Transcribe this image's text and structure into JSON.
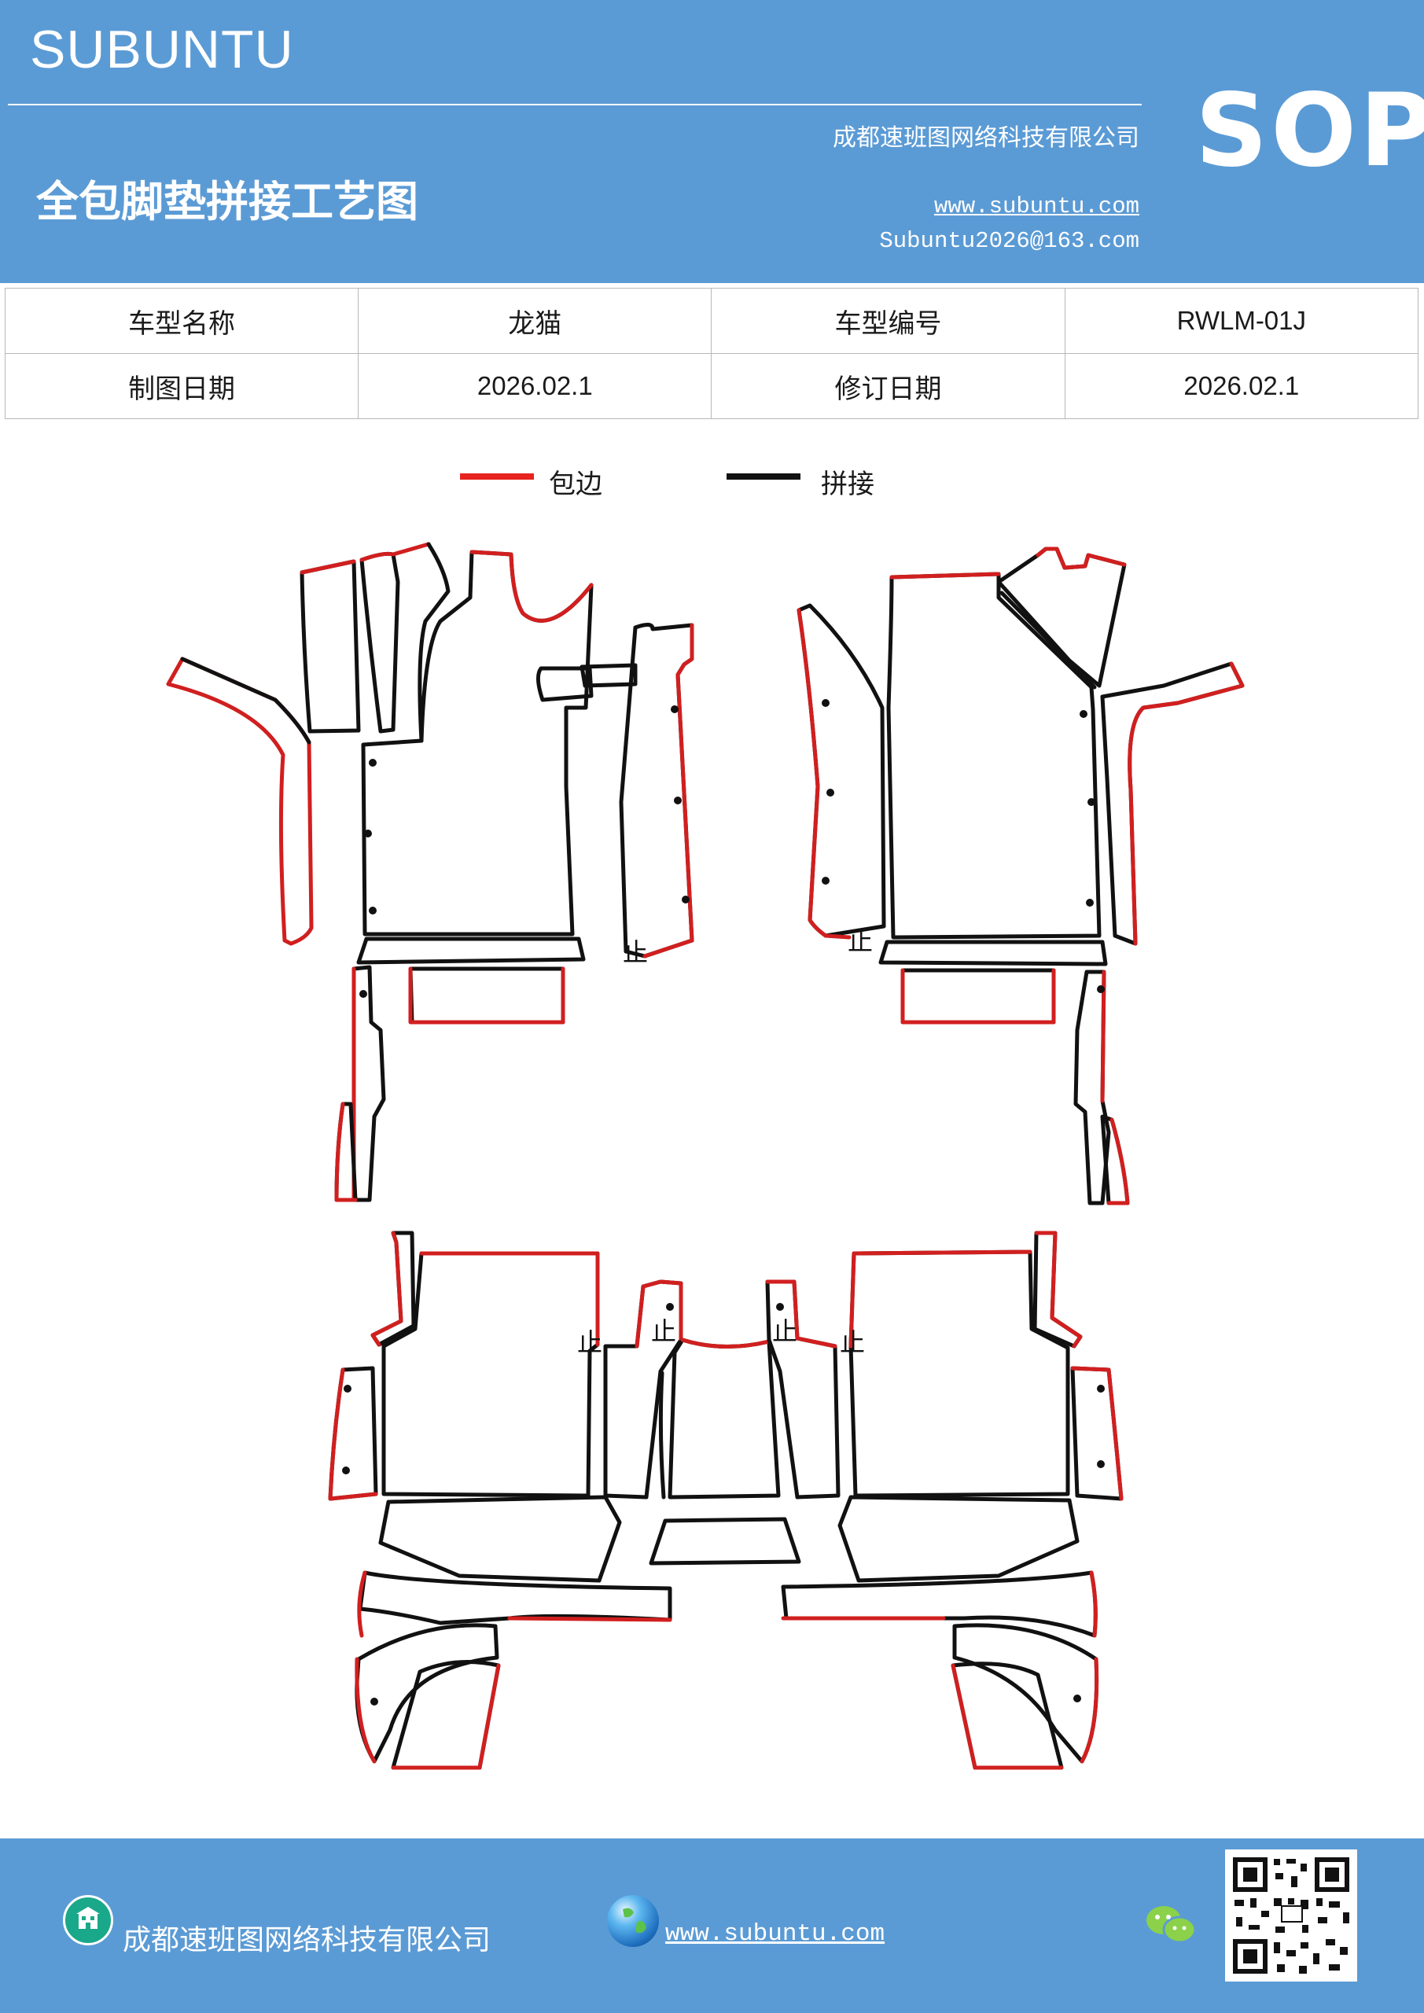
{
  "header": {
    "brand": "SUBUNTU",
    "company": "成都速班图网络科技有限公司",
    "sop": "SOP",
    "title": "全包脚垫拼接工艺图",
    "website": "www.subuntu.com",
    "email": "Subuntu2026@163.com"
  },
  "info": {
    "row1": [
      "车型名称",
      "龙猫",
      "车型编号",
      "RWLM-01J"
    ],
    "row2": [
      "制图日期",
      "2026.02.1",
      "修订日期",
      "2026.02.1"
    ]
  },
  "legend": [
    {
      "label": "包边",
      "color": "#e8231f"
    },
    {
      "label": "拼接",
      "color": "#111111"
    }
  ],
  "diagram": {
    "mark": "止",
    "edge_color": "#d11f1f",
    "seam_color": "#111111"
  },
  "footer": {
    "company": "成都速班图网络科技有限公司",
    "website": "www.subuntu.com",
    "icons": [
      "building-icon",
      "globe-icon",
      "wechat-icon",
      "qr-code"
    ]
  },
  "colors": {
    "header_bg": "#5b9bd5",
    "footer_bg": "#5b9bd5"
  }
}
